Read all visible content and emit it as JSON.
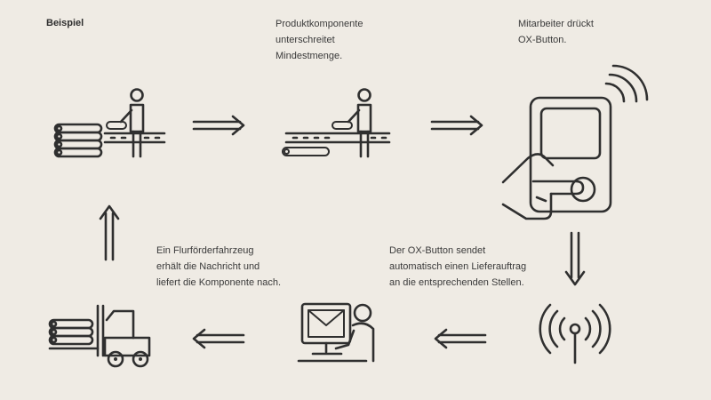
{
  "title": "Beispiel",
  "steps": {
    "step1_caption": "Produktkomponente\nunterschreitet\nMindestmenge.",
    "step2_caption": "Mitarbeiter drückt\nOX-Button.",
    "step3_caption": "Der OX-Button sendet\nautomatisch einen Lieferauftrag\nan die entsprechenden Stellen.",
    "step4_caption": "Ein Flurförderfahrzeug\nerhält die Nachricht und\nliefert die Komponente nach."
  },
  "colors": {
    "background": "#efebe4",
    "ink": "#2f2f2f"
  },
  "icons": [
    "worker-conveyor-full-icon",
    "worker-conveyor-low-icon",
    "tablet-press-icon",
    "antenna-signal-icon",
    "computer-mail-icon",
    "forklift-icon"
  ]
}
